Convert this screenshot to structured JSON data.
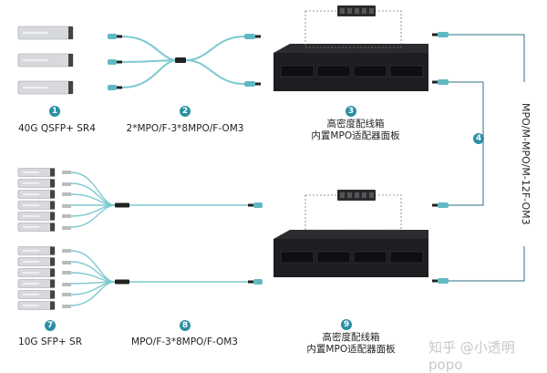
{
  "colors": {
    "fiber": "#7cc9cf",
    "badge": "#2b8fa3",
    "panel": "#1e1e22",
    "link": "#2c6f86"
  },
  "labels": {
    "item1": {
      "num": "1",
      "text": "40G QSFP+ SR4"
    },
    "item2": {
      "num": "2",
      "text": "2*MPO/F-3*8MPO/F-OM3"
    },
    "item3": {
      "num": "3",
      "line1": "高密度配线箱",
      "line2": "内置MPO适配器面板"
    },
    "item4": {
      "num": "4",
      "text": "MPO/M-MPO/M-12F-OM3"
    },
    "item7": {
      "num": "7",
      "text": "10G SFP+ SR"
    },
    "item8": {
      "num": "8",
      "text": "MPO/F-3*8MPO/F-OM3"
    },
    "item9": {
      "num": "9",
      "line1": "高密度配线箱",
      "line2": "内置MPO适配器面板"
    }
  },
  "watermark": "知乎 @小透明popo"
}
